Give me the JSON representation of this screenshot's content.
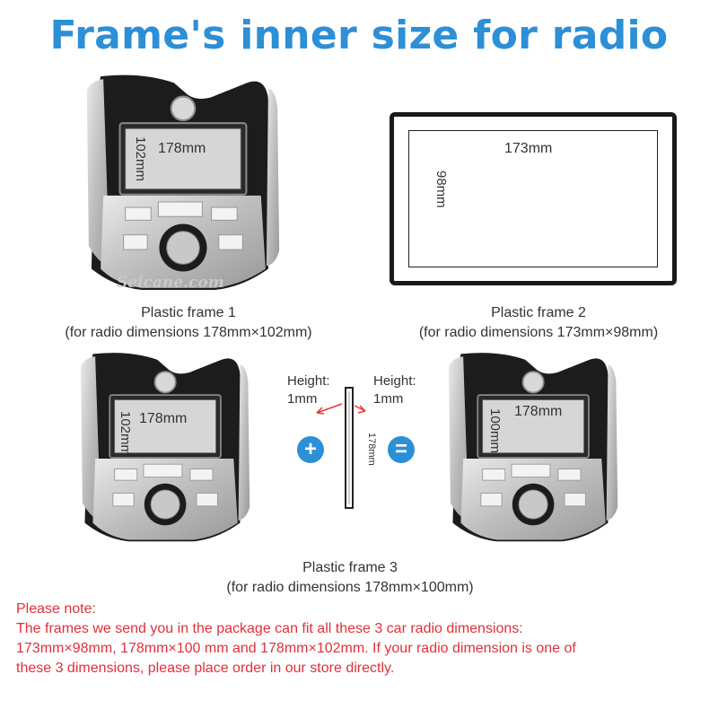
{
  "title": "Frame's inner size for radio",
  "watermark": "Seicane.com",
  "frame1": {
    "width_label": "178mm",
    "height_label": "102mm",
    "caption_line1": "Plastic frame 1",
    "caption_line2": "(for radio dimensions 178mm×102mm)"
  },
  "frame2": {
    "width_label": "173mm",
    "height_label": "98mm",
    "caption_line1": "Plastic frame 2",
    "caption_line2": "(for radio dimensions 173mm×98mm)"
  },
  "frame3": {
    "width_label": "178mm",
    "height_label": "102mm",
    "caption_line1": "Plastic frame 3",
    "caption_line2": "(for radio dimensions 178mm×100mm)"
  },
  "strip": {
    "left_label_line1": "Height:",
    "left_label_line2": "1mm",
    "right_label_line1": "Height:",
    "right_label_line2": "1mm",
    "length_label": "178mm",
    "plus_symbol": "+",
    "equals_symbol": "="
  },
  "result": {
    "width_label": "178mm",
    "height_label": "100mm"
  },
  "note": {
    "heading": "Please note:",
    "line1": "The frames we send you in the package can fit all these 3 car radio dimensions:",
    "line2": "173mm×98mm,  178mm×100 mm and  178mm×102mm. If your radio dimension is one of",
    "line3": "these 3 dimensions, please place order in our store directly."
  },
  "colors": {
    "title": "#2d8fd6",
    "note": "#e0303a",
    "accent": "#2d8fd6"
  }
}
